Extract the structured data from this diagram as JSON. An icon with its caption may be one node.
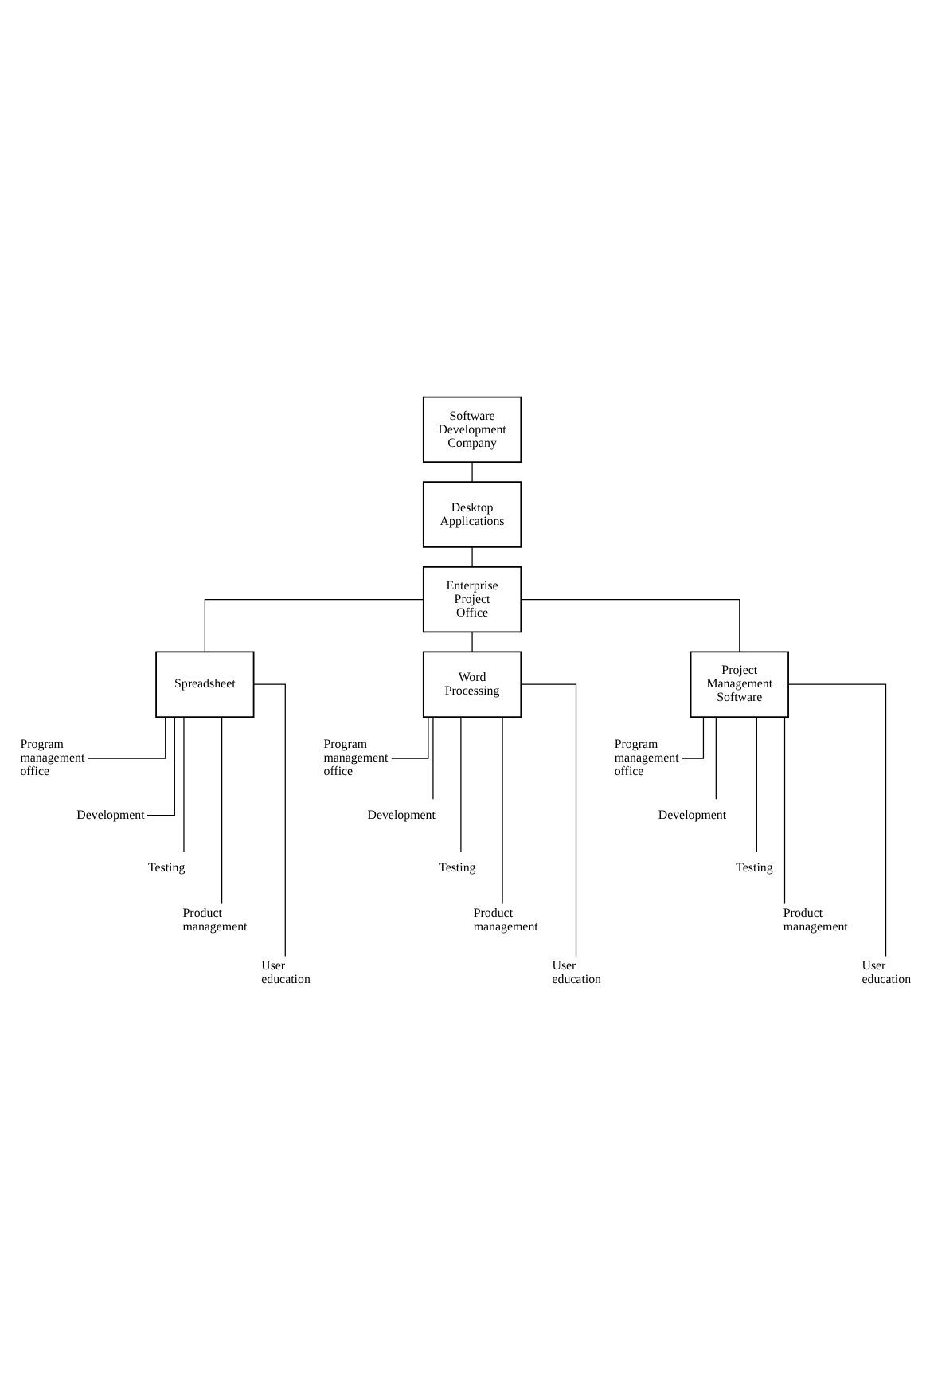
{
  "diagram": {
    "nodes": [
      {
        "text": [
          "Software Development Company"
        ]
      },
      {
        "text": [
          "Desktop Applications"
        ]
      },
      {
        "text": [
          "Enterprise Project Office"
        ]
      },
      {
        "text": [
          "Spreadsheet"
        ]
      },
      {
        "text": [
          "Word Processing"
        ]
      },
      {
        "text": [
          "Project Management Software"
        ]
      },
      {
        "text": [
          "Program management office"
        ]
      },
      {
        "text": [
          "Development"
        ]
      },
      {
        "text": [
          "Testing"
        ]
      },
      {
        "text": [
          "Product management"
        ]
      },
      {
        "text": [
          "User education"
        ]
      },
      {
        "text": [
          "Program management office"
        ]
      },
      {
        "text": [
          "Development"
        ]
      },
      {
        "text": [
          "Testing"
        ]
      },
      {
        "text": [
          "Product management"
        ]
      },
      {
        "text": [
          "User education"
        ]
      },
      {
        "text": [
          "Program management office"
        ]
      },
      {
        "text": [
          "Development"
        ]
      },
      {
        "text": [
          "Testing"
        ]
      },
      {
        "text": [
          "Product management"
        ]
      },
      {
        "text": [
          "User education"
        ]
      }
    ],
    "edges": [
      {
        "from": 0,
        "to": 1,
        "arrow": "none"
      },
      {
        "from": 1,
        "to": 2,
        "arrow": "none"
      },
      {
        "from": 2,
        "to": 3,
        "arrow": "none"
      },
      {
        "from": 2,
        "to": 4,
        "arrow": "none"
      },
      {
        "from": 2,
        "to": 5,
        "arrow": "none"
      },
      {
        "from": 3,
        "to": 6,
        "arrow": "none"
      },
      {
        "from": 3,
        "to": 7,
        "arrow": "none"
      },
      {
        "from": 3,
        "to": 8,
        "arrow": "none"
      },
      {
        "from": 3,
        "to": 9,
        "arrow": "none"
      },
      {
        "from": 3,
        "to": 10,
        "arrow": "none"
      },
      {
        "from": 4,
        "to": 11,
        "arrow": "none"
      },
      {
        "from": 4,
        "to": 12,
        "arrow": "none"
      },
      {
        "from": 4,
        "to": 13,
        "arrow": "none"
      },
      {
        "from": 4,
        "to": 14,
        "arrow": "none"
      },
      {
        "from": 4,
        "to": 15,
        "arrow": "none"
      },
      {
        "from": 5,
        "to": 16,
        "arrow": "none"
      },
      {
        "from": 5,
        "to": 17,
        "arrow": "none"
      },
      {
        "from": 5,
        "to": 18,
        "arrow": "none"
      },
      {
        "from": 5,
        "to": 19,
        "arrow": "none"
      },
      {
        "from": 5,
        "to": 20,
        "arrow": "none"
      }
    ]
  }
}
